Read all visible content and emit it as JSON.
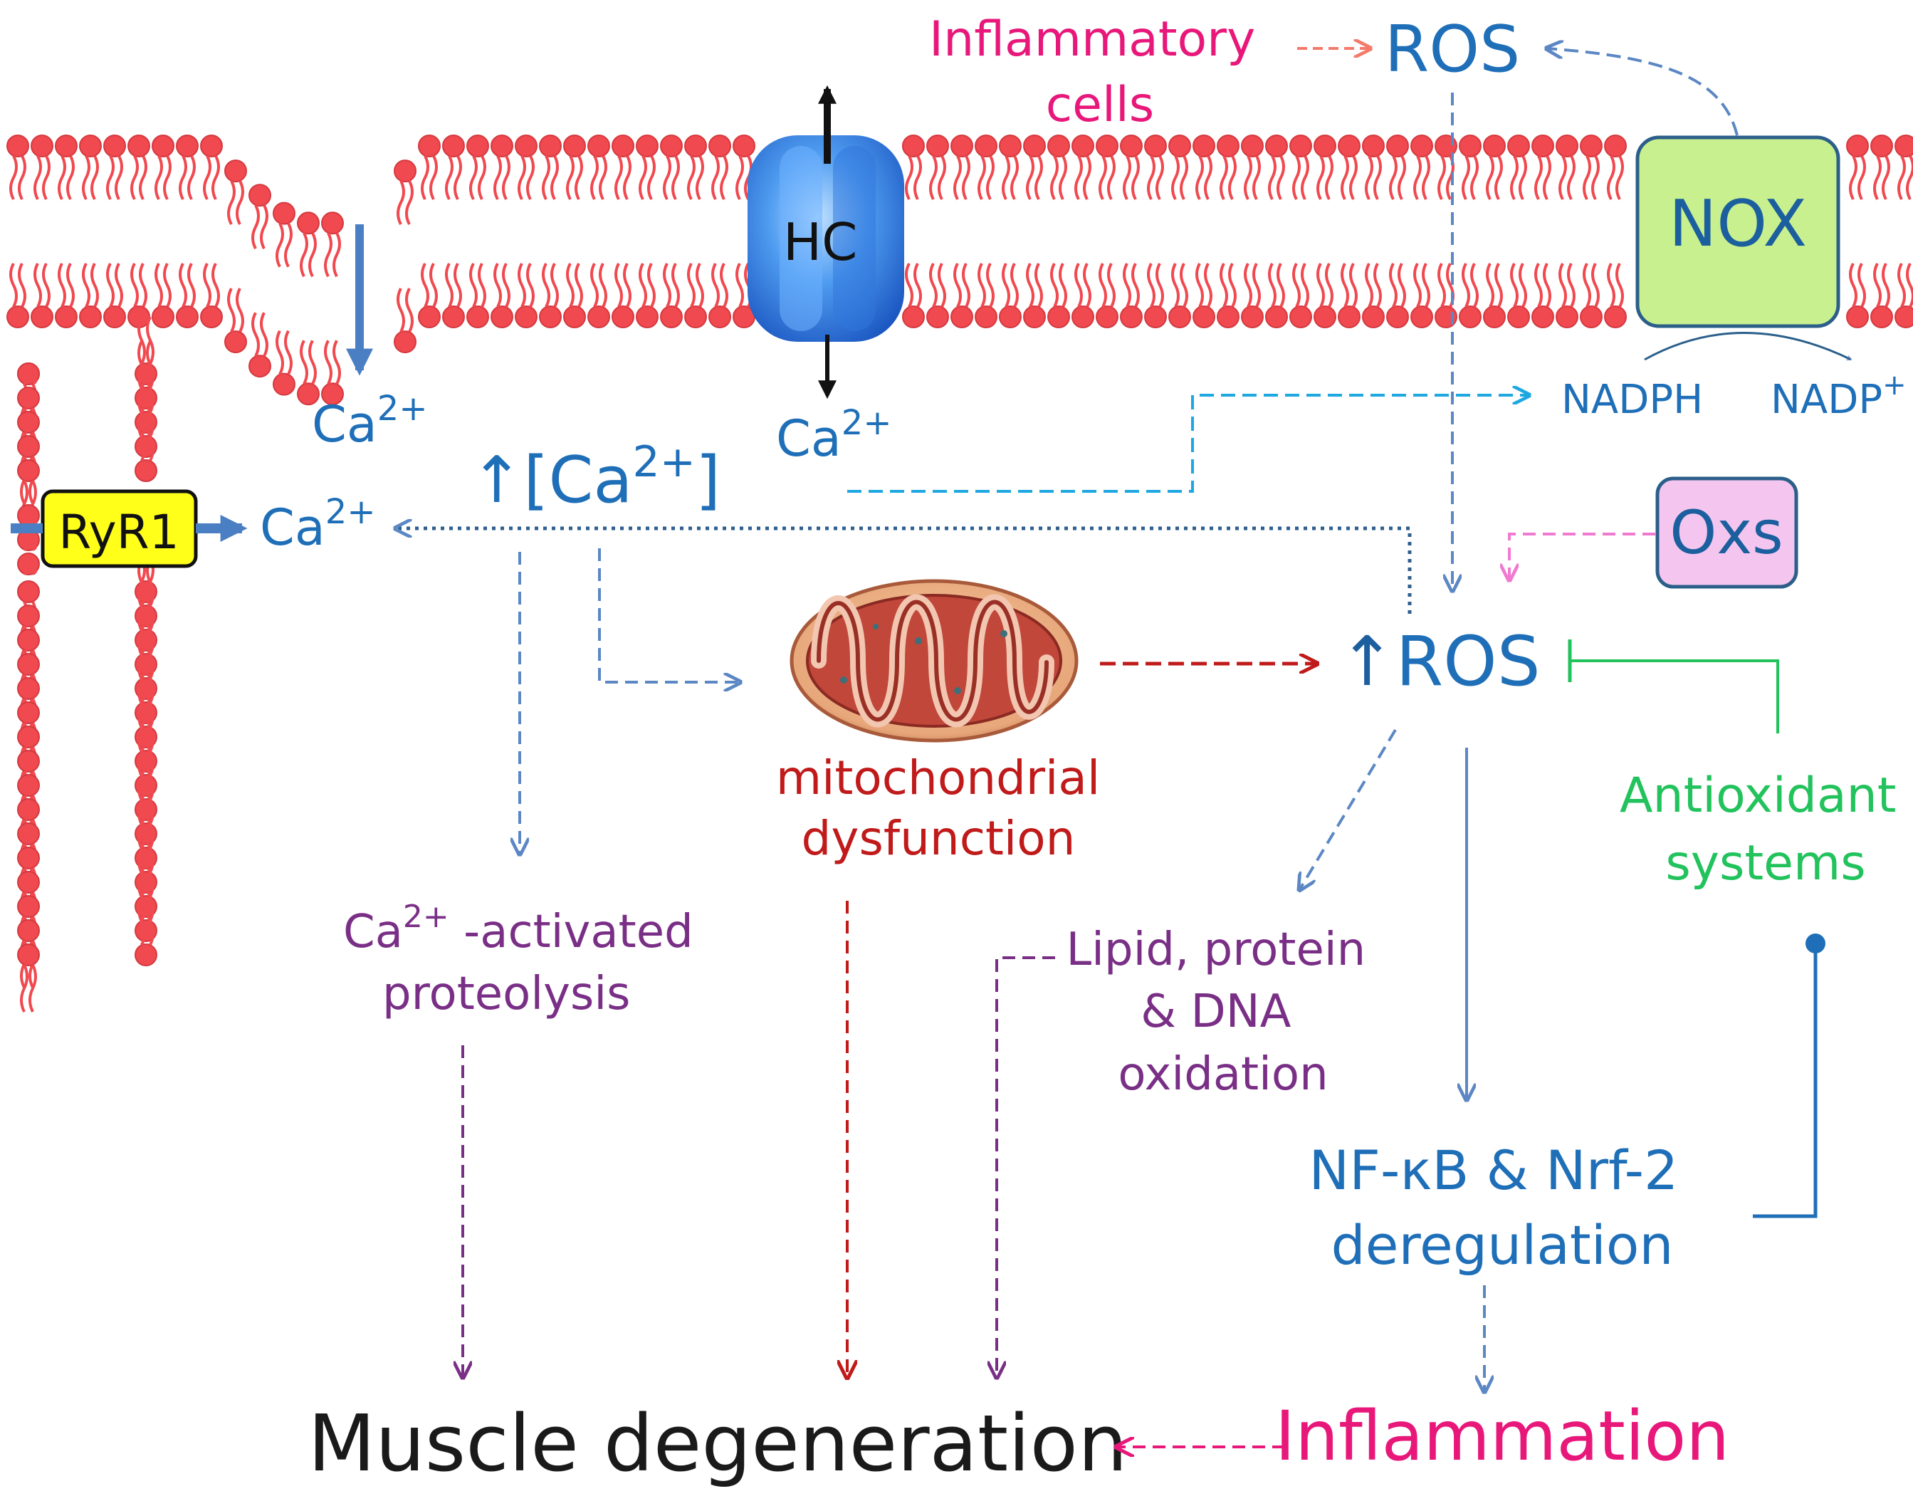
{
  "labels": {
    "inflammatory_cells_line1": "Inflammatory",
    "inflammatory_cells_line2": "cells",
    "ros_top": "ROS",
    "hc": "HC",
    "nox": "NOX",
    "nadph": "NADPH",
    "nadp_base": "NADP",
    "nadp_sup": "+",
    "ca_base": "Ca",
    "ca_sup": "2+",
    "up_arrow": "↑",
    "bracket_open": "[",
    "bracket_close": "]",
    "ryr1": "RyR1",
    "oxs": "Oxs",
    "ros_up": "ROS",
    "mito_line1": "mitochondrial",
    "mito_line2": "dysfunction",
    "antioxidant_line1": "Antioxidant",
    "antioxidant_line2": "systems",
    "proteolysis_line1_rest": " -activated",
    "proteolysis_line2": "proteolysis",
    "oxidation_line1": "Lipid, protein",
    "oxidation_line2": "& DNA",
    "oxidation_line3": "oxidation",
    "nfkb_line1": "NF-κB & Nrf-2",
    "nfkb_line2": "deregulation",
    "inflammation": "Inflammation",
    "muscle_degeneration": "Muscle degeneration"
  },
  "colors": {
    "membrane": "#f0494f",
    "membrane_stroke": "#d43a40",
    "blue_text": "#1f6fb8",
    "dark_blue": "#1c5f9e",
    "light_blue": "#1ea7e1",
    "magenta": "#e8177a",
    "purple": "#7a2f86",
    "dark_red": "#c01a1a",
    "green": "#22c25c",
    "black": "#1a1a1a",
    "arrow_blue": "#5b87c4",
    "nox_fill": "#c8f08f",
    "oxs_fill": "#f4c6ef",
    "ryr1_fill": "#ffff1a",
    "pink_arrow": "#f07ad0",
    "salmon_arrow": "#f47a6a"
  },
  "icons": {
    "hemichannel": "hemichannel-icon",
    "mitochondrion": "mitochondrion-icon"
  }
}
